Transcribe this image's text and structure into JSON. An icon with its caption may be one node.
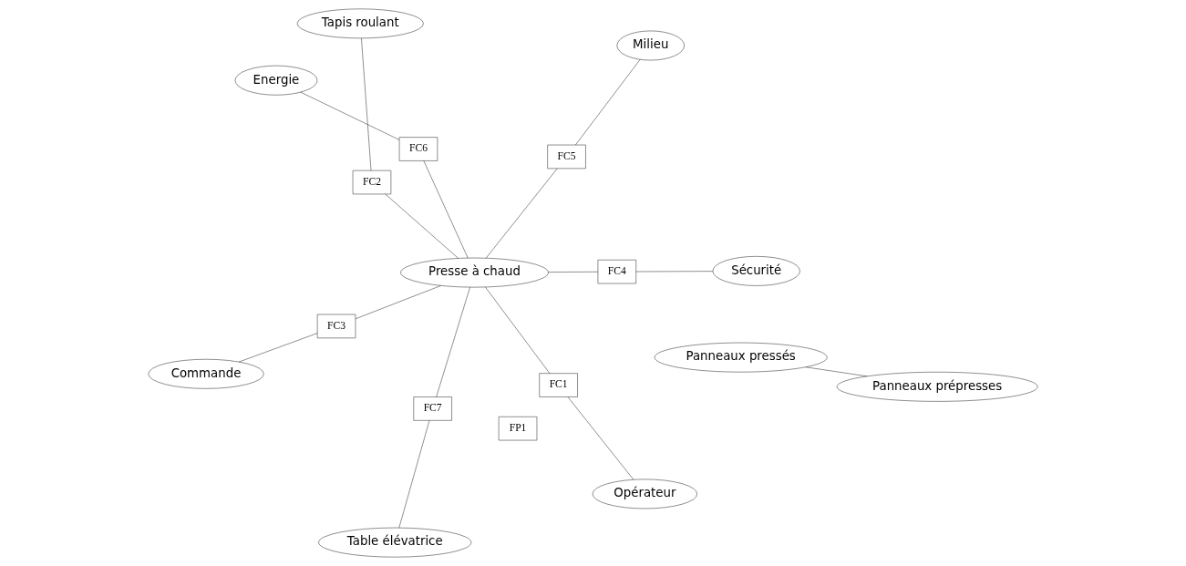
{
  "diagram": {
    "nodes": [
      {
        "text": [
          "Presse à chaud"
        ]
      },
      {
        "text": [
          "Panneaux pressés"
        ]
      },
      {
        "text": [
          "Opérateur"
        ]
      },
      {
        "text": [
          "Table élévatrice"
        ]
      },
      {
        "text": [
          "Panneaux prépresses"
        ]
      },
      {
        "text": [
          "Energie"
        ]
      },
      {
        "text": [
          "Tapis roulant"
        ]
      },
      {
        "text": [
          "Milieu"
        ]
      },
      {
        "text": [
          "Commande"
        ]
      },
      {
        "text": [
          "Sécurité"
        ]
      },
      {
        "text": [
          "FP1"
        ]
      },
      {
        "text": [
          "FC1"
        ]
      },
      {
        "text": [
          "FC7"
        ]
      },
      {
        "text": [
          "FC6"
        ]
      },
      {
        "text": [
          "FC2"
        ]
      },
      {
        "text": [
          "FC5"
        ]
      },
      {
        "text": [
          "FC4"
        ]
      },
      {
        "text": [
          "FC3"
        ]
      }
    ],
    "edges": [
      {
        "from": 1,
        "to": 4,
        "arrow": "none"
      },
      {
        "from": 2,
        "to": 11,
        "arrow": "none"
      },
      {
        "from": 11,
        "to": 0,
        "arrow": "none"
      },
      {
        "from": 3,
        "to": 12,
        "arrow": "none"
      },
      {
        "from": 12,
        "to": 0,
        "arrow": "none"
      },
      {
        "from": 5,
        "to": 13,
        "arrow": "none"
      },
      {
        "from": 13,
        "to": 0,
        "arrow": "none"
      },
      {
        "from": 0,
        "to": 14,
        "arrow": "none"
      },
      {
        "from": 14,
        "to": 6,
        "arrow": "none"
      },
      {
        "from": 0,
        "to": 15,
        "arrow": "none"
      },
      {
        "from": 15,
        "to": 7,
        "arrow": "none"
      },
      {
        "from": 0,
        "to": 16,
        "arrow": "none"
      },
      {
        "from": 16,
        "to": 9,
        "arrow": "none"
      },
      {
        "from": 0,
        "to": 17,
        "arrow": "none"
      },
      {
        "from": 17,
        "to": 8,
        "arrow": "none"
      }
    ]
  }
}
